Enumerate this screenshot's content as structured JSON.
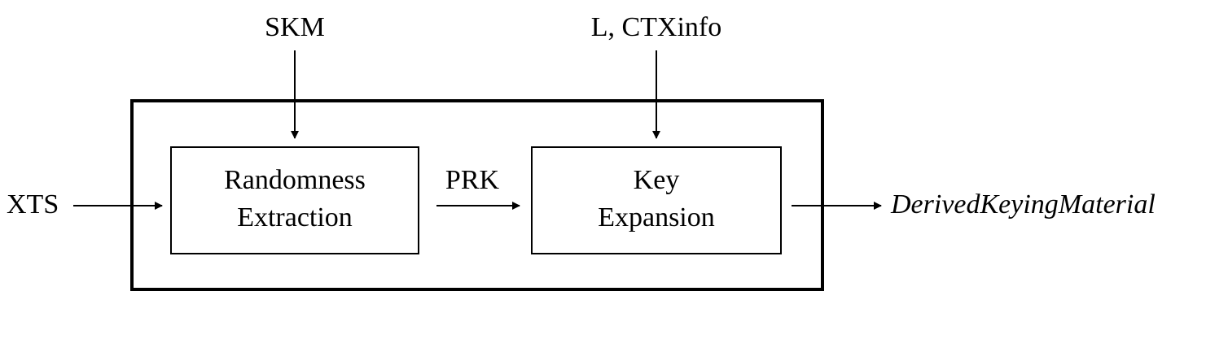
{
  "inputs": {
    "top_left": "SKM",
    "top_right": "L, CTXinfo",
    "left": "XTS"
  },
  "blocks": {
    "extraction": {
      "line1": "Randomness",
      "line2": "Extraction"
    },
    "expansion": {
      "line1": "Key",
      "line2": "Expansion"
    }
  },
  "intermediate": "PRK",
  "output": "DerivedKeyingMaterial"
}
